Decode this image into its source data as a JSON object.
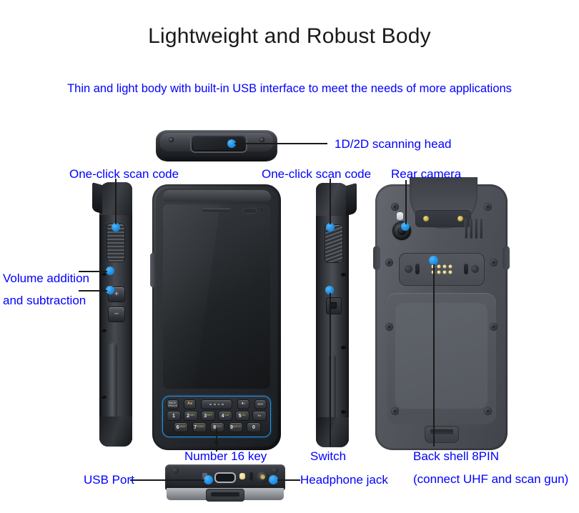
{
  "header": {
    "title": "Lightweight and Robust Body",
    "subtitle": "Thin and light body with built-in USB interface to meet the needs of more applications"
  },
  "colors": {
    "label_blue": "#0000ff",
    "marker_blue": "#1e90e8",
    "keypad_accent": "#2196f3",
    "title_black": "#1a1a1a",
    "background": "#ffffff"
  },
  "callouts": [
    {
      "id": "scanning-head",
      "label": "1D/2D scanning head"
    },
    {
      "id": "one-click-scan-left",
      "label": "One-click scan code"
    },
    {
      "id": "one-click-scan-right",
      "label": "One-click scan code"
    },
    {
      "id": "rear-camera",
      "label": "Rear camera"
    },
    {
      "id": "volume-line-1",
      "label": "Volume addition"
    },
    {
      "id": "volume-line-2",
      "label": "and subtraction"
    },
    {
      "id": "number-16-key",
      "label": "Number 16 key"
    },
    {
      "id": "switch",
      "label": "Switch"
    },
    {
      "id": "back-shell-line-1",
      "label": "Back shell 8PIN"
    },
    {
      "id": "back-shell-line-2",
      "label": "(connect UHF and scan gun)"
    },
    {
      "id": "usb-port",
      "label": "USB Port"
    },
    {
      "id": "headphone-jack",
      "label": "Headphone jack"
    }
  ],
  "views": {
    "top": "top-scanner-view",
    "left": "left-side-view",
    "front": "front-view",
    "right": "right-side-view",
    "back": "back-view",
    "bottom": "bottom-ports-view"
  },
  "keypad": {
    "row1": [
      {
        "main": "BACK",
        "sub": "SPACE",
        "type": "tiny"
      },
      {
        "main": "Aa",
        "type": "wide"
      },
      {
        "main": "",
        "type": "dots"
      },
      {
        "main": "*",
        "sub": "#",
        "type": "star"
      },
      {
        "main": "ENT",
        "type": "tiny"
      }
    ],
    "row2": [
      {
        "main": "1",
        "sub": ""
      },
      {
        "main": "2",
        "sub": "ABC"
      },
      {
        "main": "3",
        "sub": "DEF"
      },
      {
        "main": "4",
        "sub": "GHI"
      },
      {
        "main": "5",
        "sub": "JKL"
      },
      {
        "main": "Fn",
        "type": "fn"
      }
    ],
    "row3": [
      {
        "main": "6",
        "sub": "MNO"
      },
      {
        "main": "7",
        "sub": "PQRS"
      },
      {
        "main": "8",
        "sub": "TUV"
      },
      {
        "main": "9",
        "sub": "WXYZ"
      },
      {
        "main": "0",
        "sub": ""
      }
    ]
  }
}
